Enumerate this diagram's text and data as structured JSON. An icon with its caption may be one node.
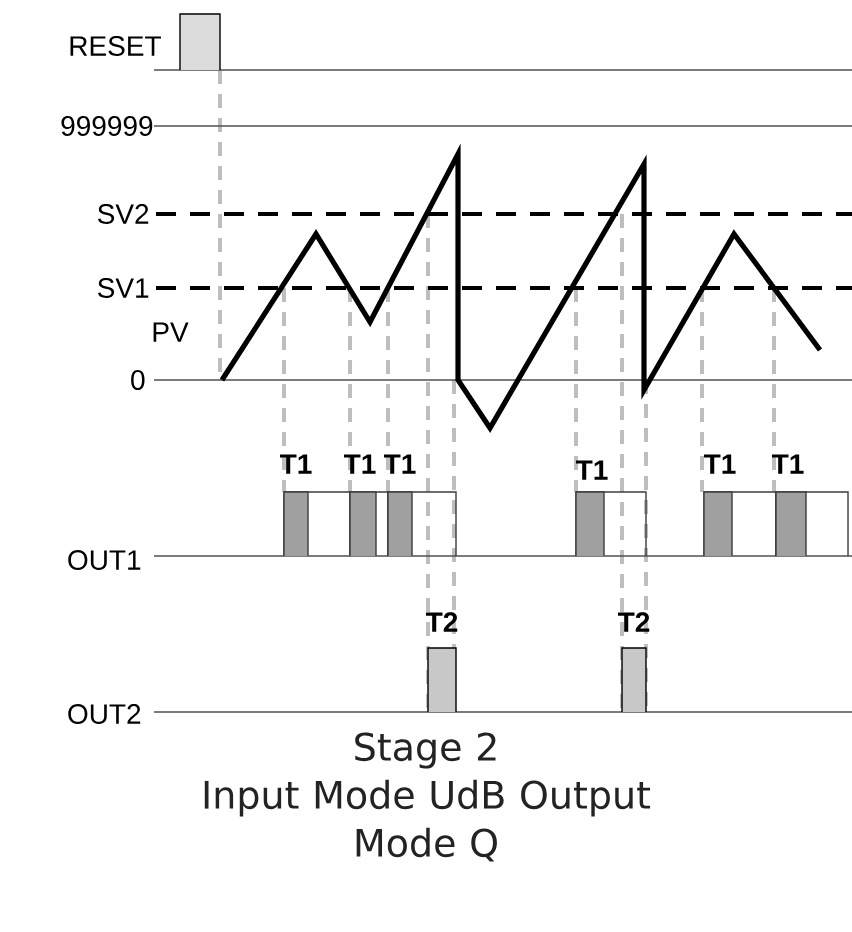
{
  "diagram": {
    "caption": "Stage 2 Input Mode UdB Output Mode Q",
    "labels": [
      "RESET",
      "999999",
      "SV2",
      "SV1",
      "PV",
      "0",
      "T1",
      "T1",
      "T1",
      "T1",
      "T1",
      "T1",
      "OUT1",
      "T2",
      "T2",
      "OUT2"
    ]
  }
}
